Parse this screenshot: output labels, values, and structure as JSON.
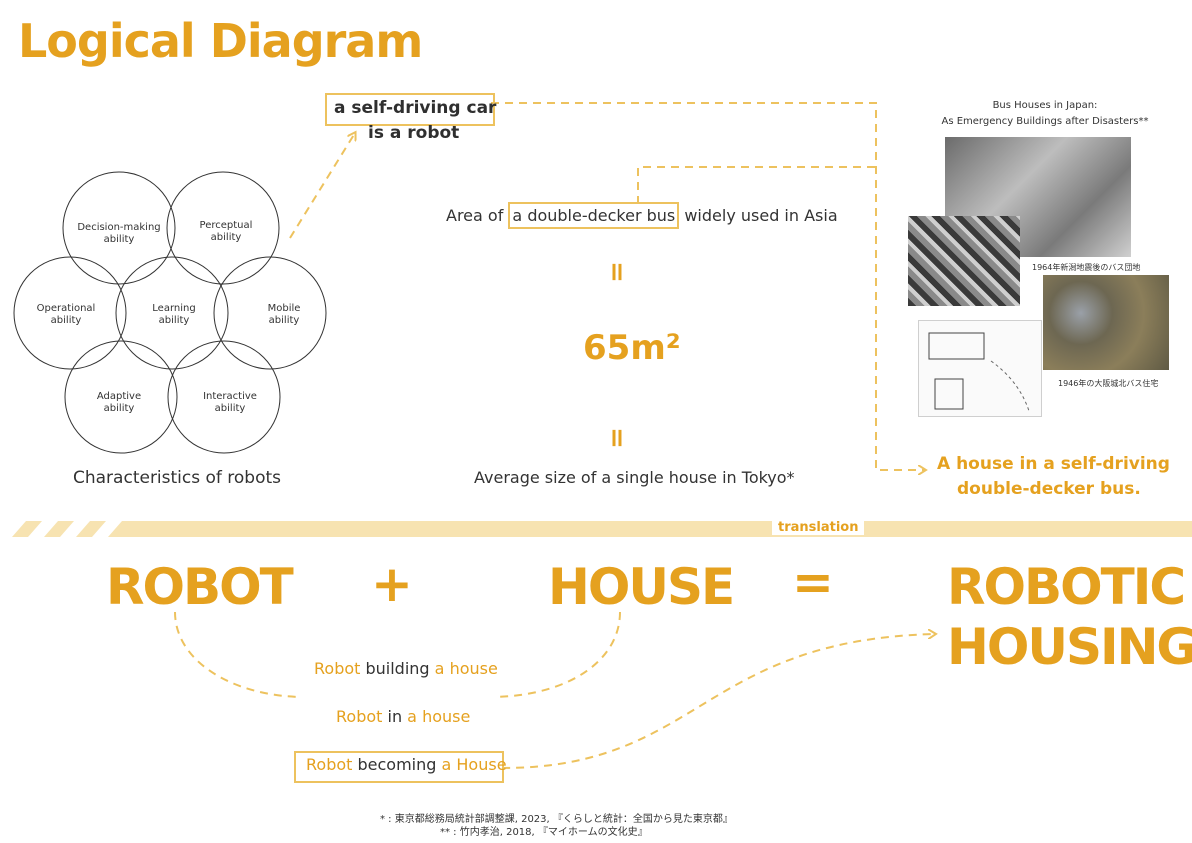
{
  "title": "Logical Diagram",
  "robot_box": {
    "line1": "a self-driving car",
    "line2": "is a robot"
  },
  "area": {
    "before": "Area of ",
    "highlight": "a double-decker bus",
    "after": " widely used in Asia"
  },
  "equals_sign": "=",
  "area_value": "65m²",
  "average": "Average size of a single house in Tokyo*",
  "characteristics": {
    "label": "Characteristics of robots",
    "circles": [
      {
        "l1": "Decision-making",
        "l2": "ability"
      },
      {
        "l1": "Perceptual",
        "l2": "ability"
      },
      {
        "l1": "Operational",
        "l2": "ability"
      },
      {
        "l1": "Learning",
        "l2": "ability"
      },
      {
        "l1": "Mobile",
        "l2": "ability"
      },
      {
        "l1": "Adaptive",
        "l2": "ability"
      },
      {
        "l1": "Interactive",
        "l2": "ability"
      }
    ]
  },
  "bus_houses": {
    "title1": "Bus Houses in Japan:",
    "title2": "As Emergency Buildings after Disasters**",
    "caption1": "1964年新潟地震後のバス団地",
    "caption2": "1946年の大阪城北バス住宅",
    "result1": "A house in a self-driving",
    "result2": "double-decker bus."
  },
  "translation": "translation",
  "equation": {
    "robot": "ROBOT",
    "plus": "+",
    "house": "HOUSE",
    "equals": "=",
    "result1": "ROBOTIC",
    "result2": "HOUSING"
  },
  "options": [
    {
      "a": "Robot",
      "b": " building ",
      "c": "a house"
    },
    {
      "a": "Robot",
      "b": " in ",
      "c": "a house"
    },
    {
      "a": "Robot",
      "b": " becoming ",
      "c": "a House"
    }
  ],
  "footnotes": {
    "f1": "* : 東京都総務局統計部調整課, 2023, 『くらしと統計：全国から見た東京都』",
    "f2": "** : 竹内孝治, 2018, 『マイホームの文化史』"
  },
  "colors": {
    "accent": "#E5A11F",
    "light_accent": "#EDC25E",
    "stripe": "#F7E3B1"
  }
}
